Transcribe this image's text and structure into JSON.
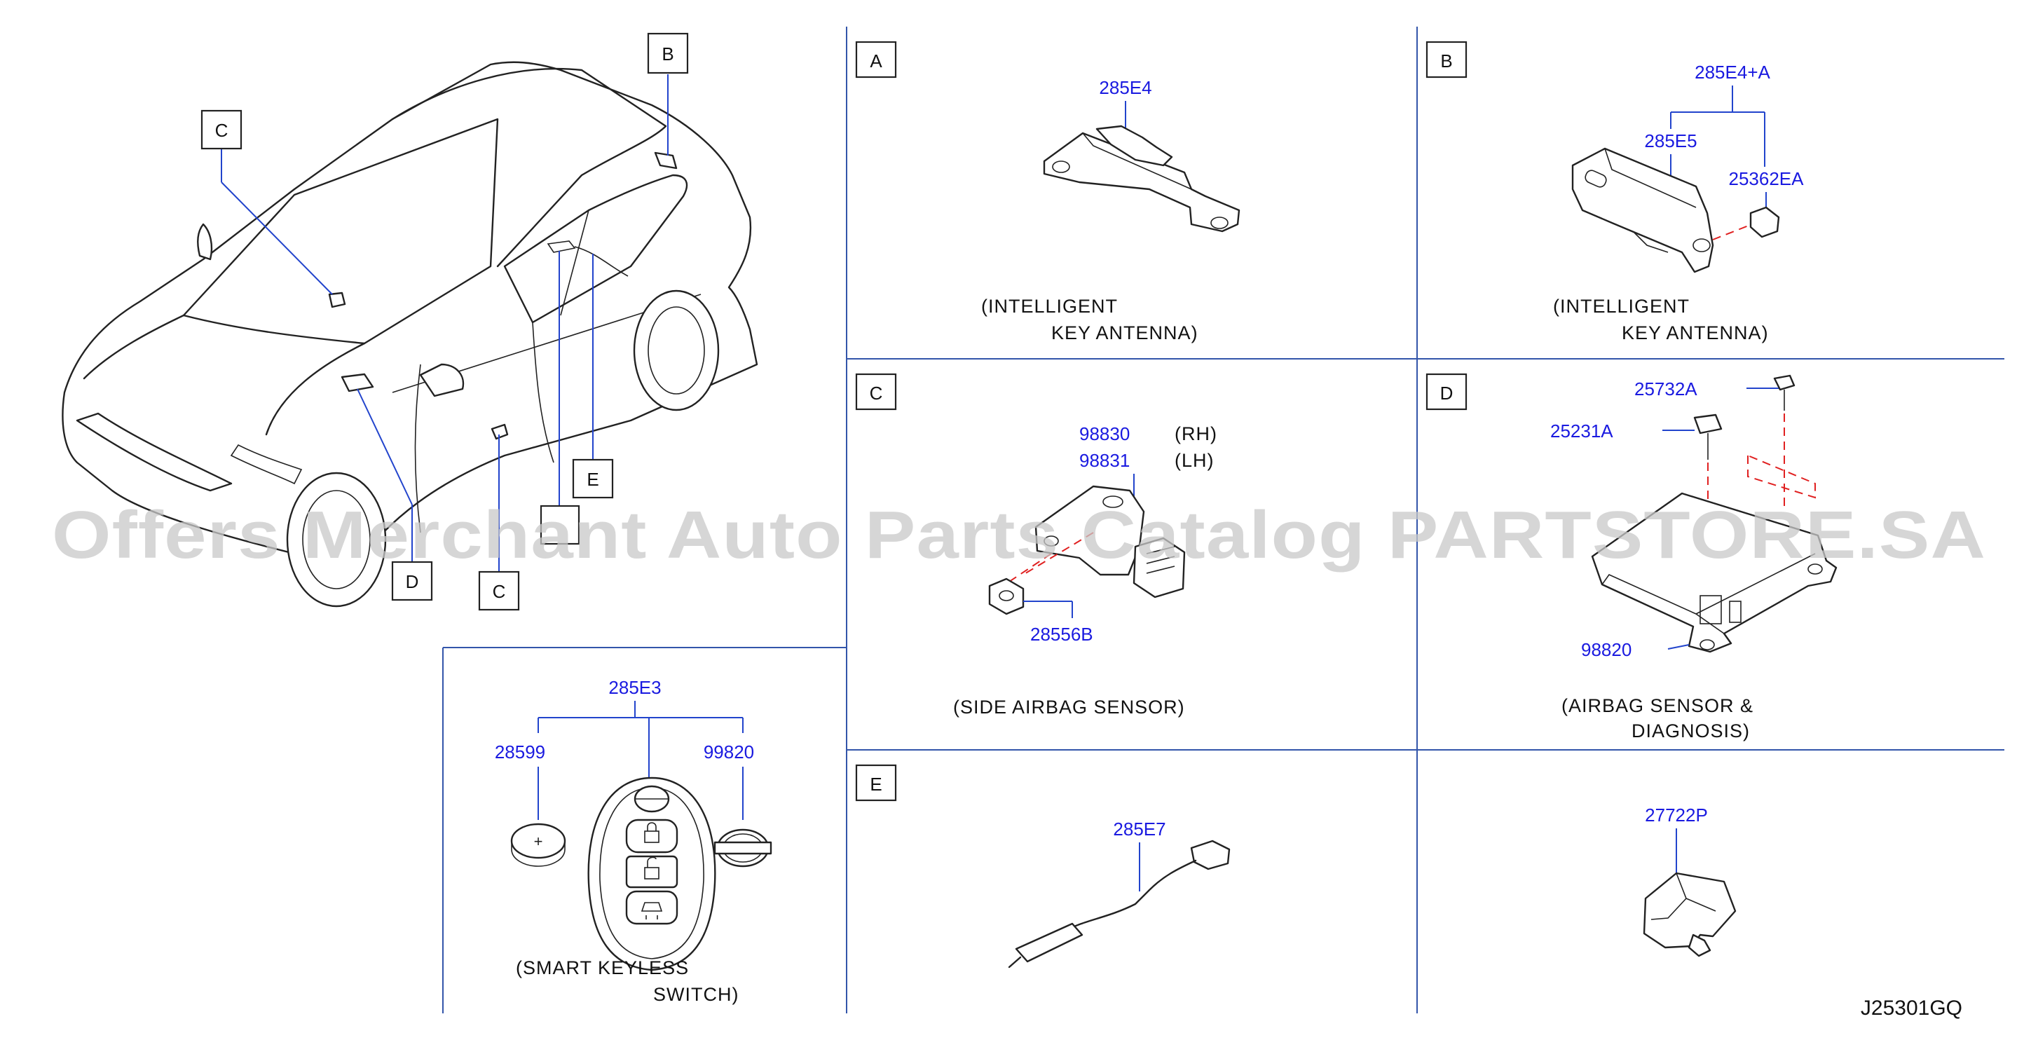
{
  "watermark": "Offers Merchant Auto Parts Catalog PARTSTORE.SA",
  "drawing_code": "J25301GQ",
  "overview": {
    "callouts": [
      "B",
      "C",
      "C",
      "D",
      "E"
    ]
  },
  "panels": {
    "A": {
      "letter": "A",
      "part": "285E4",
      "caption_line1": "(INTELLIGENT",
      "caption_line2": "KEY   ANTENNA)"
    },
    "B": {
      "letter": "B",
      "assembly": "285E4+A",
      "part_main": "285E5",
      "part_cap": "25362EA",
      "caption_line1": "(INTELLIGENT",
      "caption_line2": "KEY   ANTENNA)"
    },
    "C": {
      "letter": "C",
      "part_rh": "98830",
      "side_rh": "(RH)",
      "part_lh": "98831",
      "side_lh": "(LH)",
      "part_nut": "28556B",
      "caption": "(SIDE   AIRBAG   SENSOR)"
    },
    "D": {
      "letter": "D",
      "part_bolt_a": "25732A",
      "part_bolt_b": "25231A",
      "part_unit": "98820",
      "caption_line1": "(AIRBAG   SENSOR   &",
      "caption_line2": "DIAGNOSIS)"
    },
    "E": {
      "letter": "E",
      "part": "285E7"
    },
    "F": {
      "part": "27722P"
    },
    "keyfob": {
      "assembly": "285E3",
      "part_battery": "28599",
      "part_emblem": "99820",
      "caption_line1": "(SMART   KEYLESS",
      "caption_line2": "SWITCH)"
    }
  },
  "colors": {
    "part_number": "#1a1ae0",
    "divider": "#3355aa",
    "dashed_guide": "#e02020",
    "watermark": "#c9c9c9"
  }
}
